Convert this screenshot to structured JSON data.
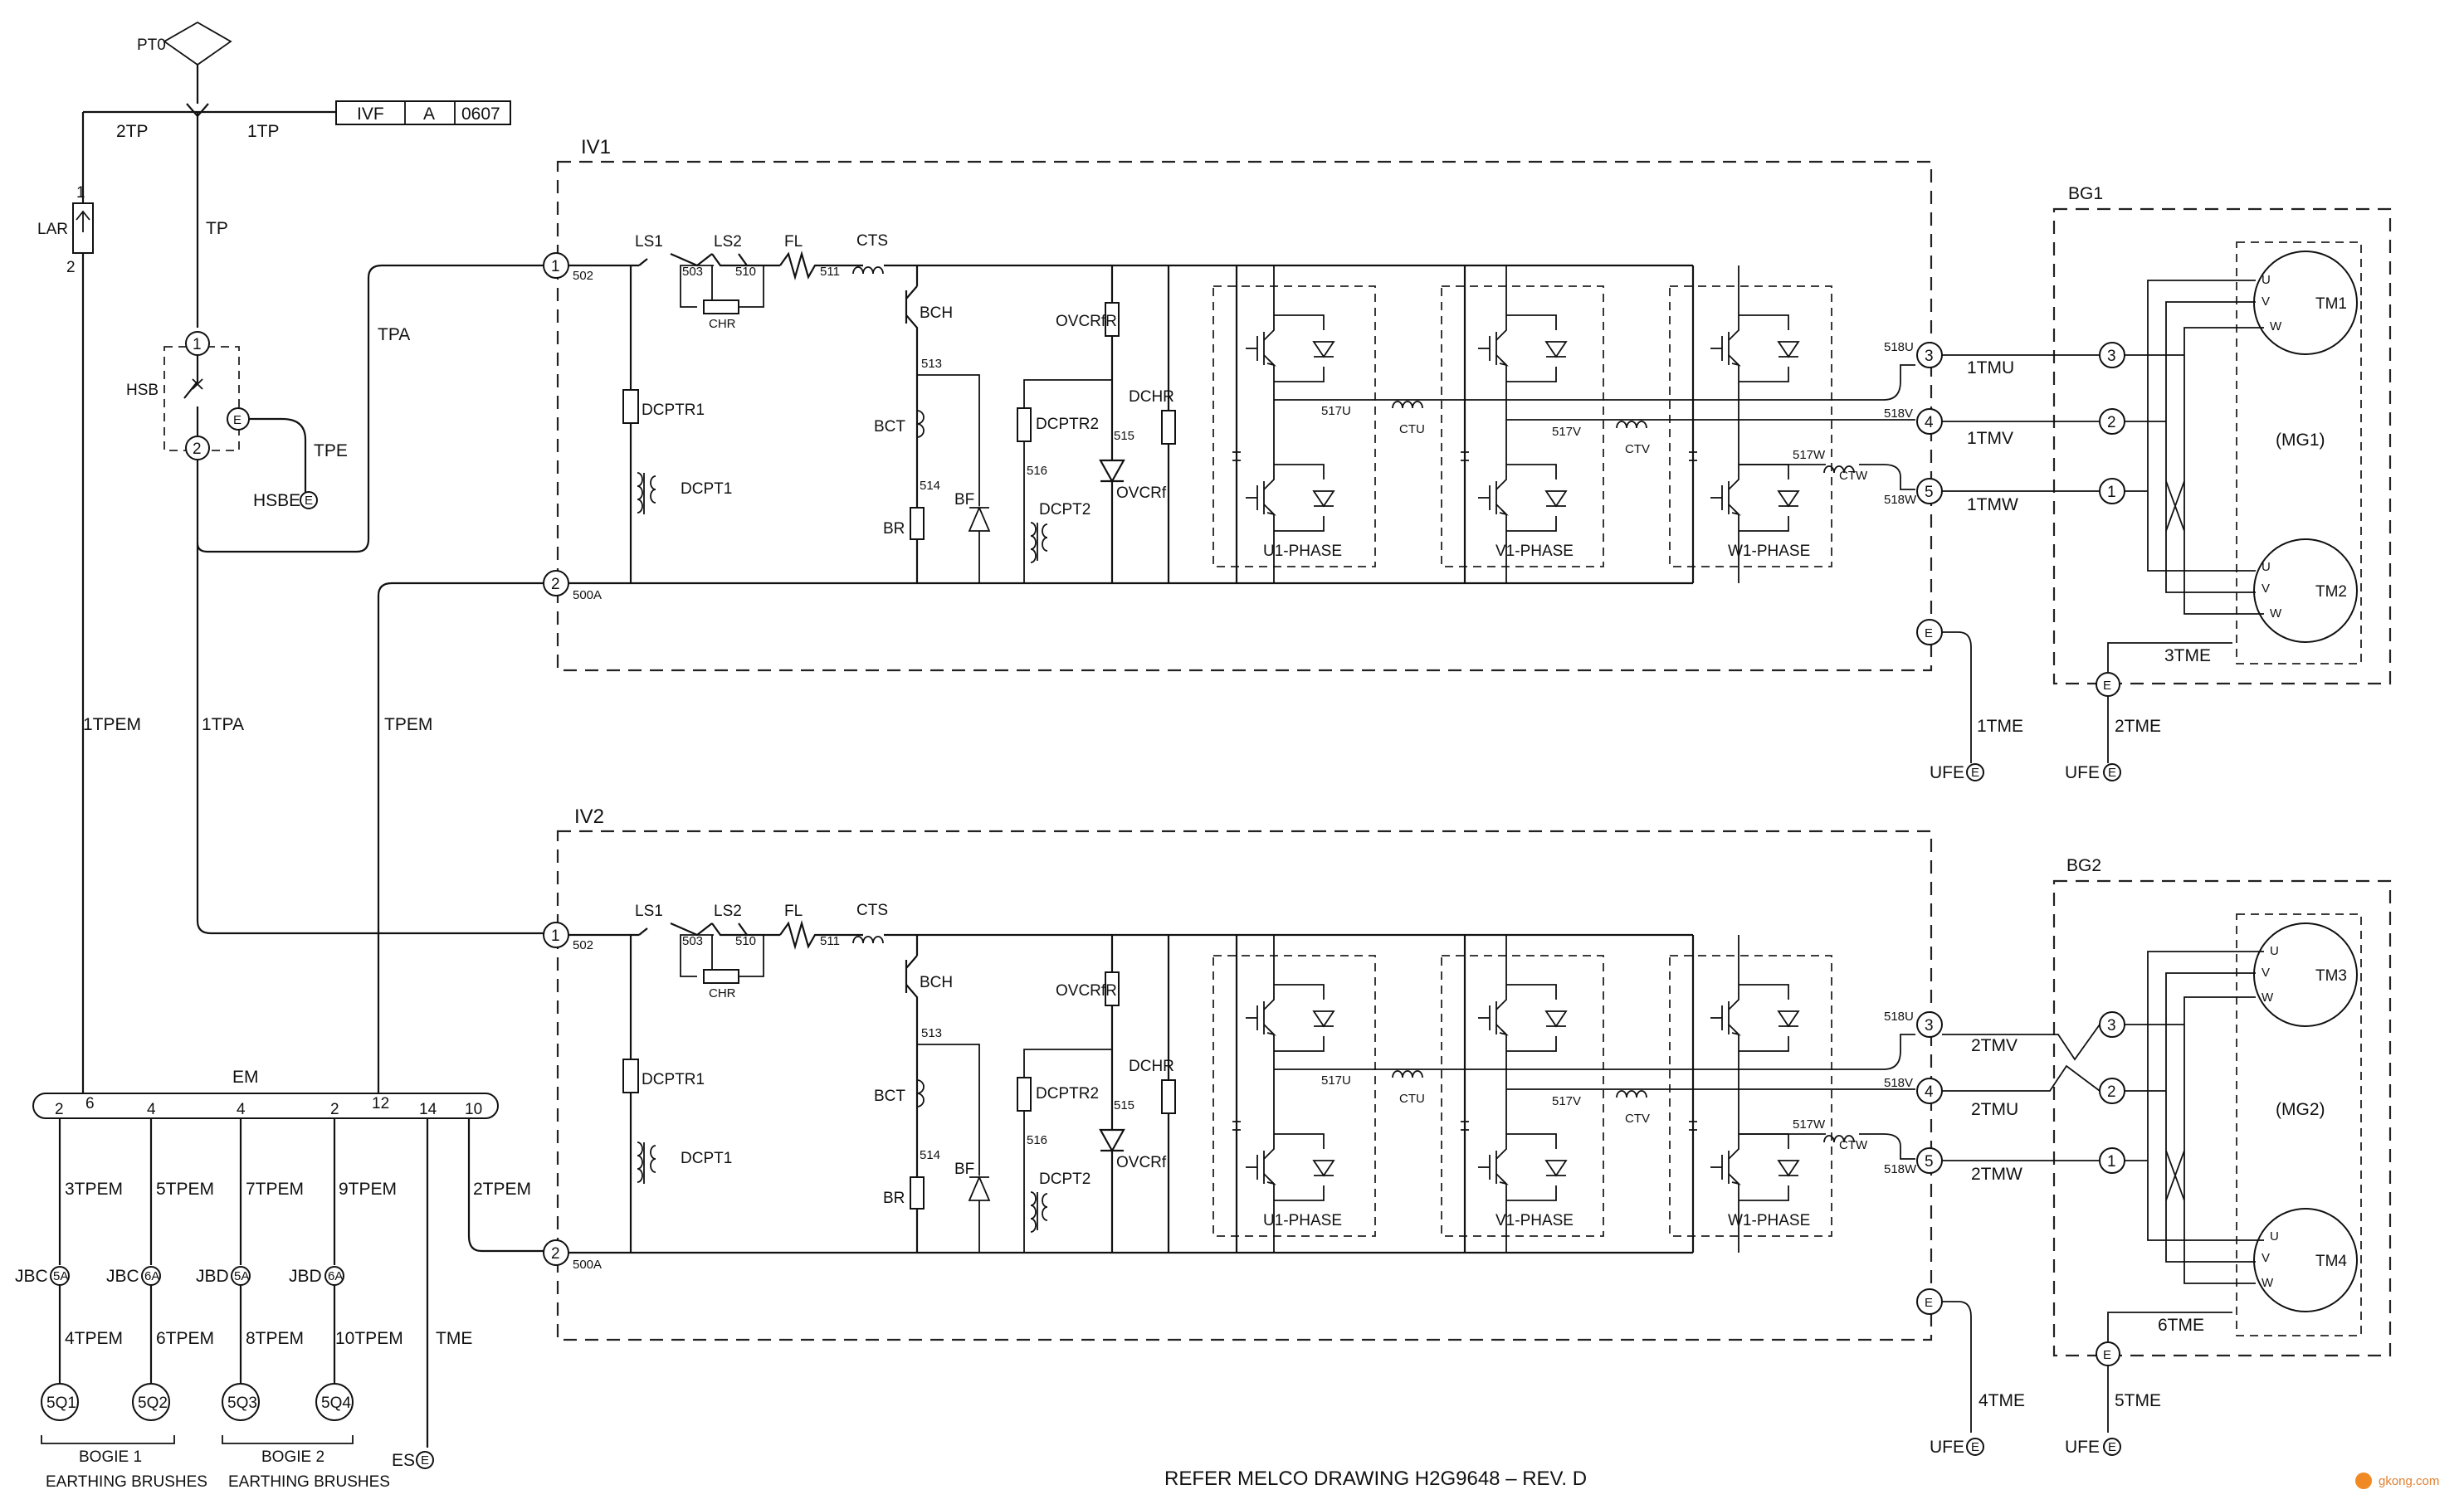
{
  "title_block": {
    "ivf": "IVF",
    "rev": "A",
    "sheet": "0607"
  },
  "top": {
    "pto": "PT0",
    "tp2": "2TP",
    "tp1": "1TP",
    "lar": "LAR",
    "lar_top": "1",
    "lar_bot": "2",
    "tp": "TP",
    "hsb": "HSB",
    "hsb_t1": "1",
    "hsb_t2": "2",
    "e": "E",
    "tpe": "TPE",
    "hsbe": "HSBE",
    "tpa": "TPA"
  },
  "vertical_labels": {
    "tpem1": "1TPEM",
    "tpa1": "1TPA",
    "tpem": "TPEM"
  },
  "inverter1": {
    "name": "IV1",
    "t1": "1",
    "t2": "2",
    "n502": "502",
    "n500a": "500A",
    "ls1": "LS1",
    "ls2": "LS2",
    "n503": "503",
    "n510": "510",
    "chr": "CHR",
    "fl": "FL",
    "n511": "511",
    "cts": "CTS",
    "bch": "BCH",
    "n513": "513",
    "bct": "BCT",
    "n514": "514",
    "br": "BR",
    "bf": "BF",
    "ovcrfr": "OVCRfR",
    "dcptr2": "DCPTR2",
    "n516": "516",
    "n515": "515",
    "ovcrf": "OVCRf",
    "dcpt2": "DCPT2",
    "dchr": "DCHR",
    "dcptr1": "DCPTR1",
    "dcpt1": "DCPT1",
    "u_phase": "U1-PHASE",
    "v_phase": "V1-PHASE",
    "w_phase": "W1-PHASE",
    "n517u": "517U",
    "n517v": "517V",
    "n517w": "517W",
    "ctu": "CTU",
    "ctv": "CTV",
    "ctw": "CTW",
    "n518u": "518U",
    "n518v": "518V",
    "n518w": "518W",
    "o3": "3",
    "o4": "4",
    "o5": "5"
  },
  "inverter2": {
    "name": "IV2",
    "t1": "1",
    "t2": "2",
    "n502": "502",
    "n500a": "500A",
    "ls1": "LS1",
    "ls2": "LS2",
    "n503": "503",
    "n510": "510",
    "chr": "CHR",
    "fl": "FL",
    "n511": "511",
    "cts": "CTS",
    "bch": "BCH",
    "n513": "513",
    "bct": "BCT",
    "n514": "514",
    "br": "BR",
    "bf": "BF",
    "ovcrfr": "OVCRfR",
    "dcptr2": "DCPTR2",
    "n516": "516",
    "n515": "515",
    "ovcrf": "OVCRf",
    "dcpt2": "DCPT2",
    "dchr": "DCHR",
    "dcptr1": "DCPTR1",
    "dcpt1": "DCPT1",
    "u_phase": "U1-PHASE",
    "v_phase": "V1-PHASE",
    "w_phase": "W1-PHASE",
    "n517u": "517U",
    "n517v": "517V",
    "n517w": "517W",
    "ctu": "CTU",
    "ctv": "CTV",
    "ctw": "CTW",
    "n518u": "518U",
    "n518v": "518V",
    "n518w": "518W",
    "o3": "3",
    "o4": "4",
    "o5": "5"
  },
  "bogie1": {
    "name": "BG1",
    "mg": "(MG1)",
    "tm_a": "TM1",
    "tm_b": "TM2",
    "u": "U",
    "v": "V",
    "w": "W",
    "c3": "3",
    "c2": "2",
    "c1": "1",
    "l1": "1TMU",
    "l2": "1TMV",
    "l3": "1TMW",
    "tme": "3TME",
    "e": "E",
    "ufe_a": "UFE",
    "ufe_b": "UFE",
    "tme_a": "1TME",
    "tme_b": "2TME"
  },
  "bogie2": {
    "name": "BG2",
    "mg": "(MG2)",
    "tm_a": "TM3",
    "tm_b": "TM4",
    "u": "U",
    "v": "V",
    "w": "W",
    "c3": "3",
    "c2": "2",
    "c1": "1",
    "l1": "2TMV",
    "l2": "2TMU",
    "l3": "2TMW",
    "tme": "6TME",
    "e": "E",
    "ufe_a": "UFE",
    "ufe_b": "UFE",
    "tme_a": "4TME",
    "tme_b": "5TME"
  },
  "em": {
    "name": "EM",
    "top": [
      "6",
      "12"
    ],
    "terms": [
      "2",
      "4",
      "4",
      "2",
      "14",
      "10"
    ],
    "tpem2": "2TPEM",
    "tme": "TME",
    "es": "ES",
    "e": "E",
    "brushes": [
      {
        "tpem_top": "3TPEM",
        "jb": "JBC",
        "jb_num": "5A",
        "tpem_bot": "4TPEM",
        "q": "5Q1"
      },
      {
        "tpem_top": "5TPEM",
        "jb": "JBC",
        "jb_num": "6A",
        "tpem_bot": "6TPEM",
        "q": "5Q2"
      },
      {
        "tpem_top": "7TPEM",
        "jb": "JBD",
        "jb_num": "5A",
        "tpem_bot": "8TPEM",
        "q": "5Q3"
      },
      {
        "tpem_top": "9TPEM",
        "jb": "JBD",
        "jb_num": "6A",
        "tpem_bot": "10TPEM",
        "q": "5Q4"
      }
    ],
    "bogie1_l1": "BOGIE 1",
    "bogie1_l2": "EARTHING BRUSHES",
    "bogie2_l1": "BOGIE 2",
    "bogie2_l2": "EARTHING BRUSHES"
  },
  "footer": {
    "reference": "REFER MELCO DRAWING H2G9648 – REV. D",
    "watermark": "gkong.com"
  }
}
